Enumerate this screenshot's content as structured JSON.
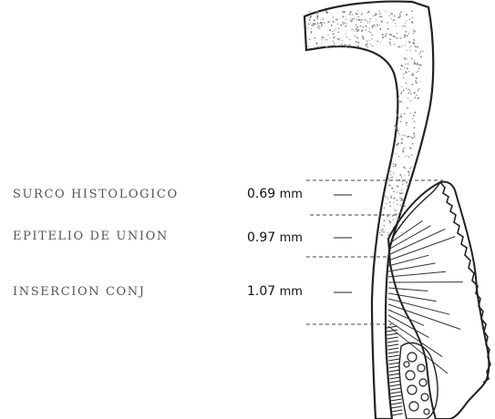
{
  "annotations": [
    {
      "label": "SURCO HISTOLOGICO",
      "value": "0.69",
      "unit": "mm"
    },
    {
      "label": "EPITELIO DE UNION",
      "value": "0.97",
      "unit": "mm"
    },
    {
      "label": "INSERCION CONJ",
      "value": "1.07",
      "unit": "mm"
    }
  ],
  "colors": {
    "ink": "#222222",
    "label_text": "#555555",
    "stipple": "#8a8a8a",
    "guide_dash": "#444444"
  }
}
